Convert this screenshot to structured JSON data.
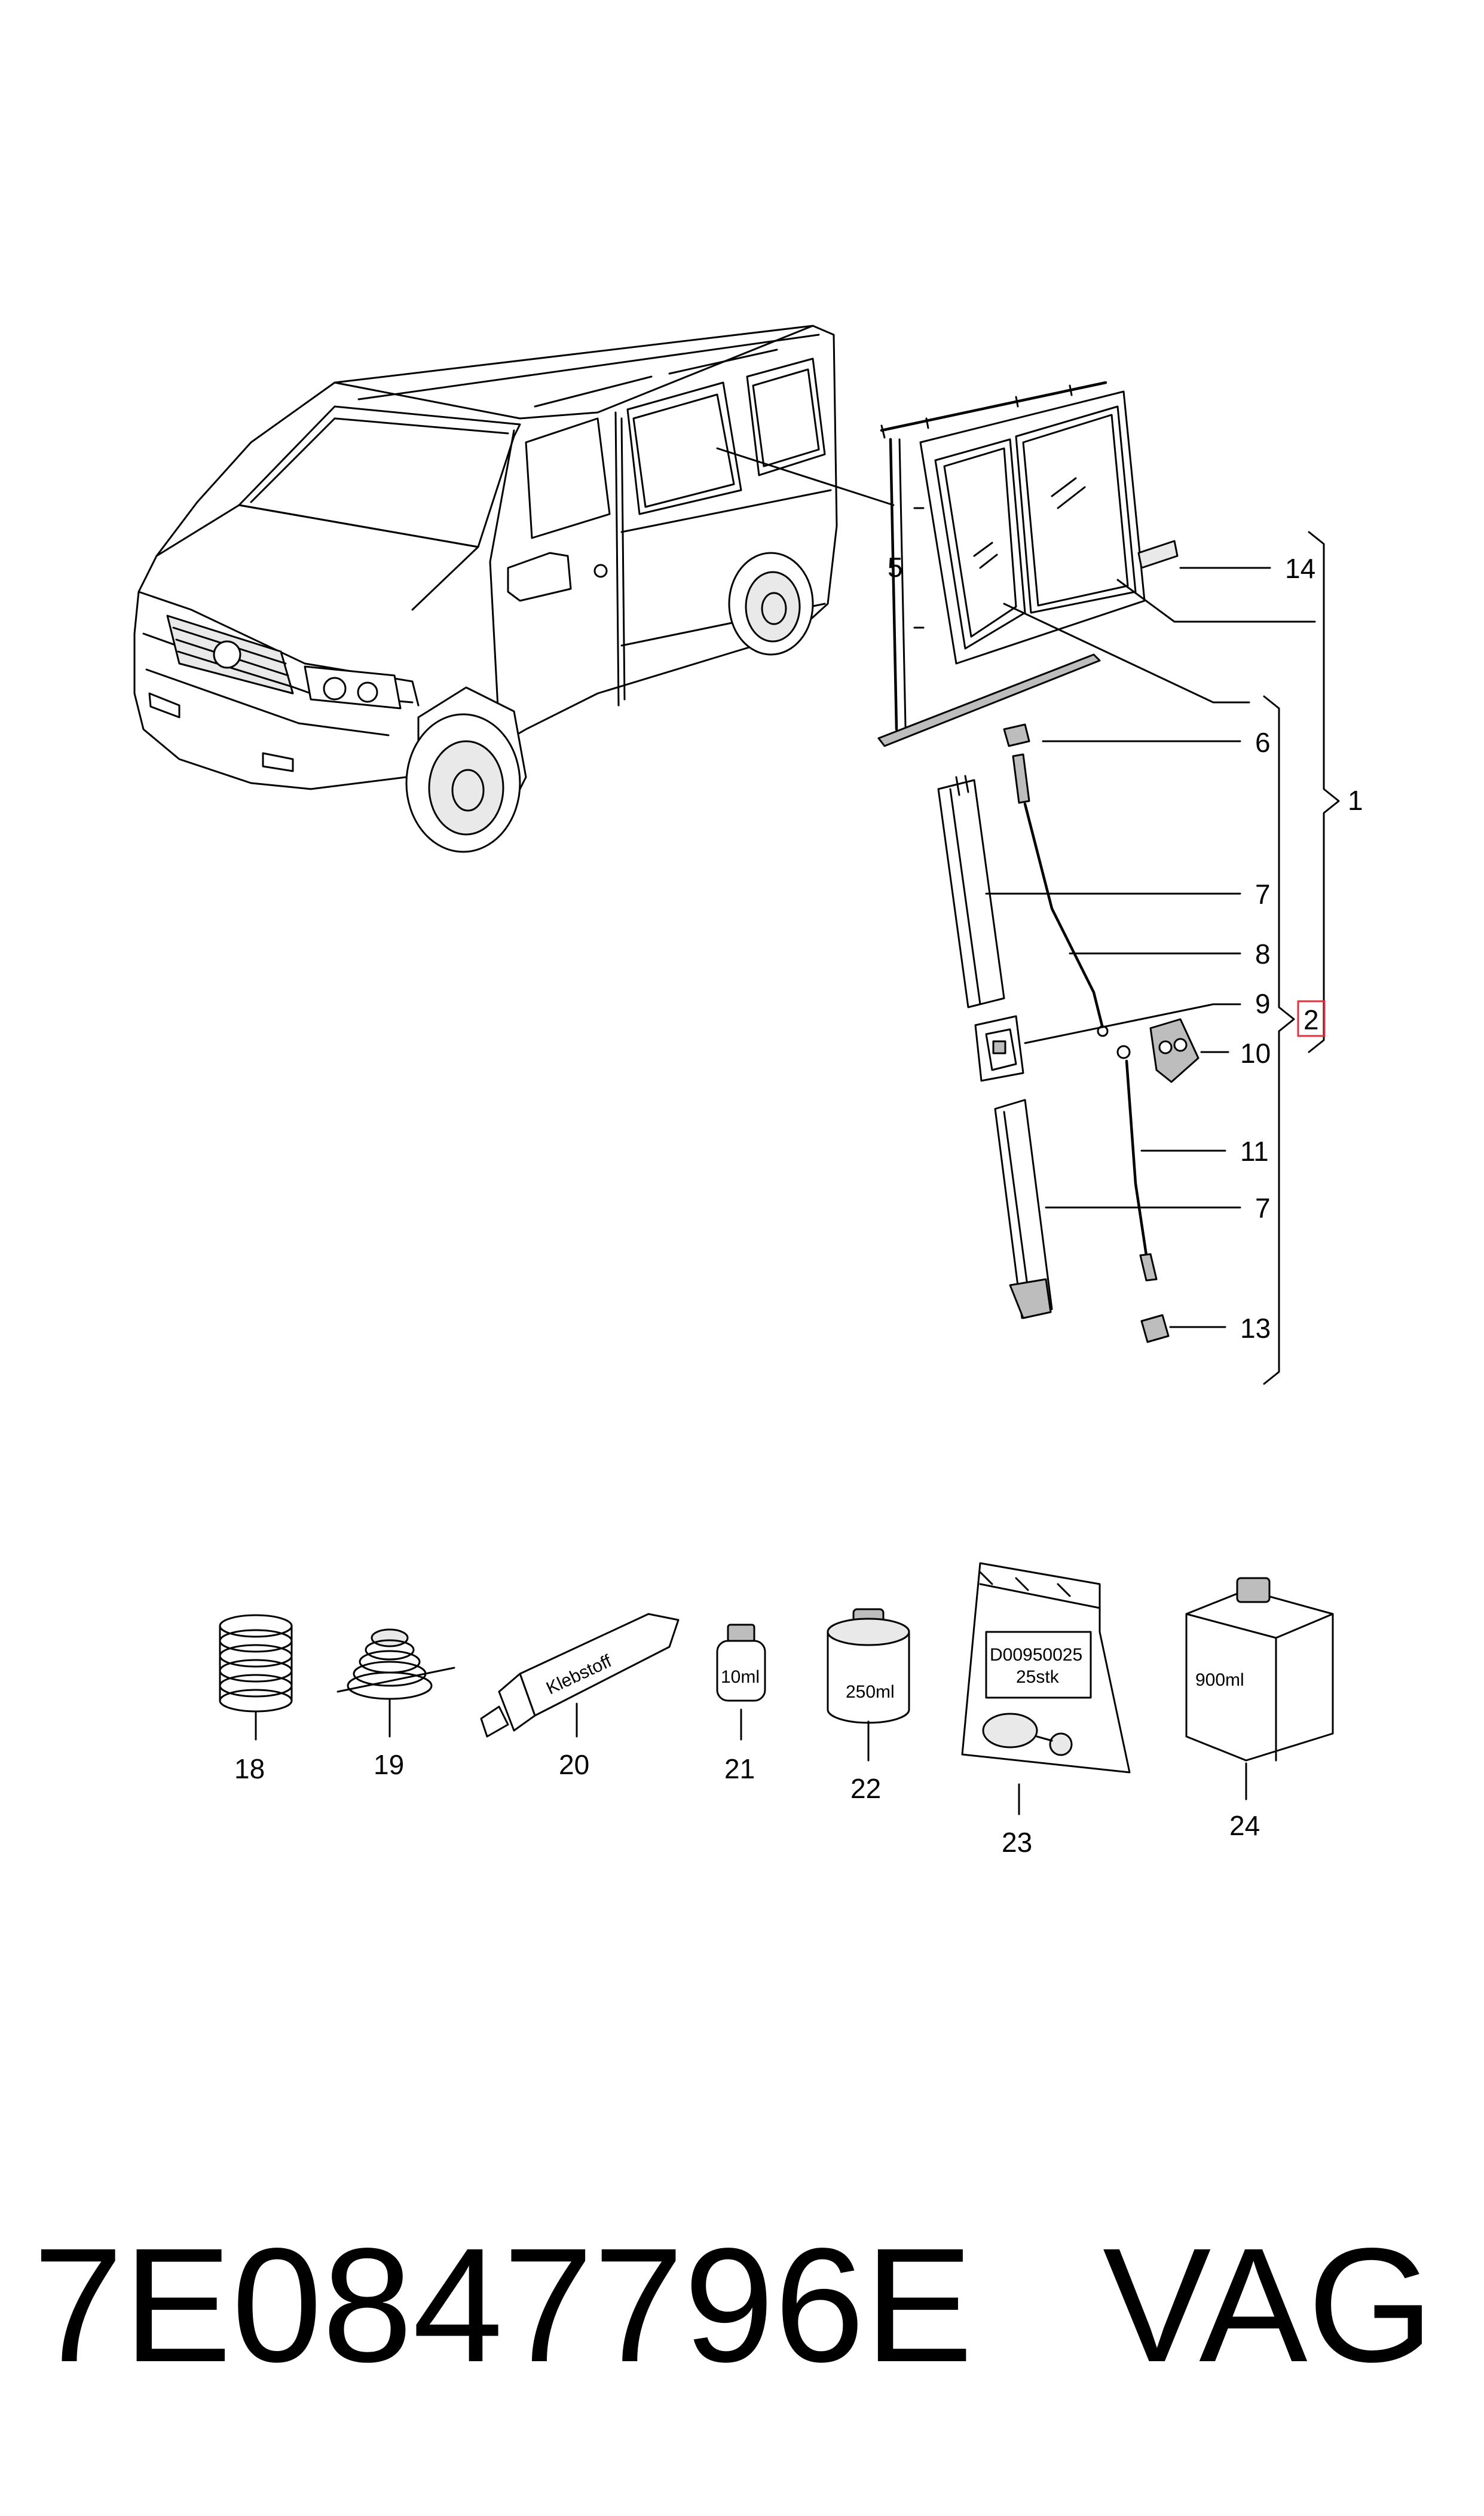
{
  "callouts": {
    "c1": "1",
    "c2": "2",
    "c5": "5",
    "c6": "6",
    "c7a": "7",
    "c7b": "7",
    "c8": "8",
    "c9": "9",
    "c10": "10",
    "c11": "11",
    "c13": "13",
    "c14": "14",
    "c18": "18",
    "c19": "19",
    "c20": "20",
    "c21": "21",
    "c22": "22",
    "c23": "23",
    "c24": "24"
  },
  "packaging": {
    "tube": "Klebstoff",
    "bottle_small": "10ml",
    "can": "250ml",
    "bag_code": "D00950025",
    "bag_qty": "25stk",
    "canister": "900ml"
  },
  "footer": {
    "part_number": "7E0847796E",
    "brand": "VAG"
  },
  "colors": {
    "line": "#000000",
    "highlight_box": "#e0303a",
    "background": "#ffffff"
  },
  "icons": [
    "van-illustration",
    "sliding-window-assembly",
    "seal-coil",
    "adhesive-tube",
    "bottle",
    "can",
    "parts-bag",
    "canister"
  ]
}
